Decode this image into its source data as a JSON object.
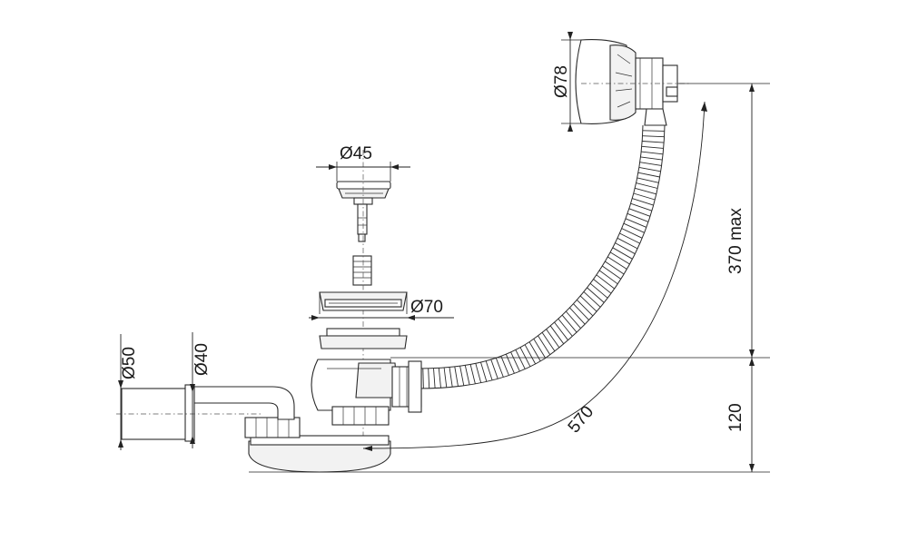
{
  "diagram": {
    "dimensions": {
      "drain_plug_diameter": "Ø45",
      "drain_flange_diameter": "Ø70",
      "overflow_diameter": "Ø78",
      "outlet_outer_diameter": "Ø50",
      "outlet_inner_diameter": "Ø40",
      "overflow_height": "370 max",
      "trap_height": "120",
      "hose_length": "570"
    }
  }
}
